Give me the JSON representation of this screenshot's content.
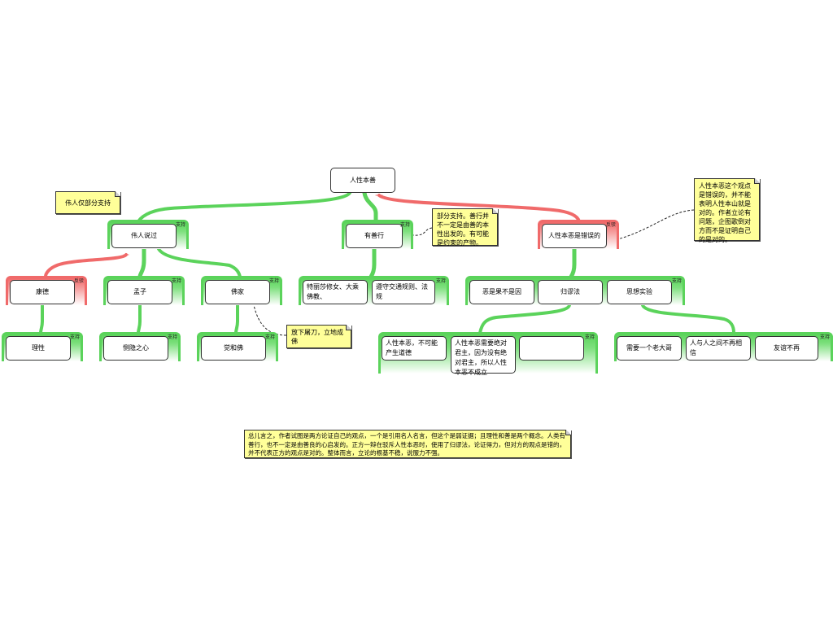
{
  "root": "人性本善",
  "tags": {
    "support": "支持",
    "oppose": "反驳"
  },
  "notes": {
    "great_men": "伟人仅部分支持",
    "good_deeds": "部分支持。善行并不一定是由善的本性出发的。有可能是约束的产物。",
    "evil_wrong": "人性本恶这个观点是错误的，并不能表明人性本山就是对的。作者立论有问题，企图歌倒对方而不是证明自己的是对的。",
    "buddha": "放下屠刀，立地成佛",
    "summary": "总儿言之，作者试图是两方论证自己的观点，一个是引用名人名言，但这个是弱证据；且理性和善是两个概念。人类有善行，也不一定是由善良的心启发的。正方一辩在驳斥人性本恶时，使用了归谬法，论证得力，但对方的观点是错的，并不代表正方的观点是对的。整体而言，立论的根基不稳，说服力不强。"
  },
  "level1": {
    "great_men": "伟人说过",
    "good_deeds": "有善行",
    "evil_wrong": "人性本恶是错误的"
  },
  "level2": {
    "kant": "康德",
    "mencius": "孟子",
    "buddhism": "佛家",
    "deeds": [
      "特丽莎修女、大乘佛教、",
      "遵守交通规则、法规"
    ],
    "evil": [
      "恶是果不是因",
      "归谬法",
      "思想实验"
    ]
  },
  "level3": {
    "reason": "理性",
    "compassion": "恻隐之心",
    "enlightenment": "觉和佛",
    "reductio": [
      "人性本恶，不可能产生道德",
      "人性本恶需要绝对君主，因为没有绝对君主，所以人性本恶不成立",
      ""
    ],
    "thought": [
      "需要一个老大哥",
      "人与人之间不再相信",
      "友谊不再"
    ]
  },
  "colors": {
    "support": "#5bd35b",
    "oppose": "#f06a6a",
    "note": "#ffff99"
  }
}
